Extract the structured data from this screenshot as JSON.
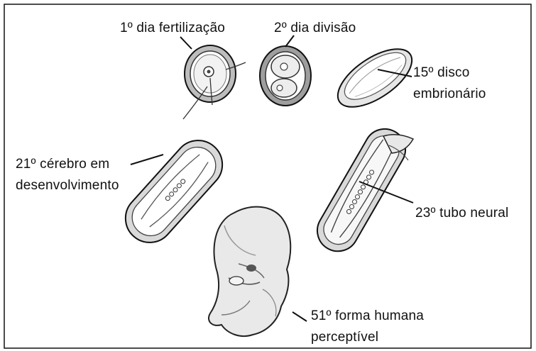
{
  "labels": {
    "day1": "1º dia fertilização",
    "day2": "2º dia divisão",
    "day15_line1": "15º disco",
    "day15_line2": "embrionário",
    "day21_line1": "21º cérebro em",
    "day21_line2": "desenvolvimento",
    "day23": "23º tubo neural",
    "day51_line1": "51º forma humana",
    "day51_line2": "perceptível"
  },
  "colors": {
    "ink": "#111111",
    "shade": "#9a9a9a",
    "light_shade": "#d8d8d8",
    "background": "#ffffff"
  }
}
